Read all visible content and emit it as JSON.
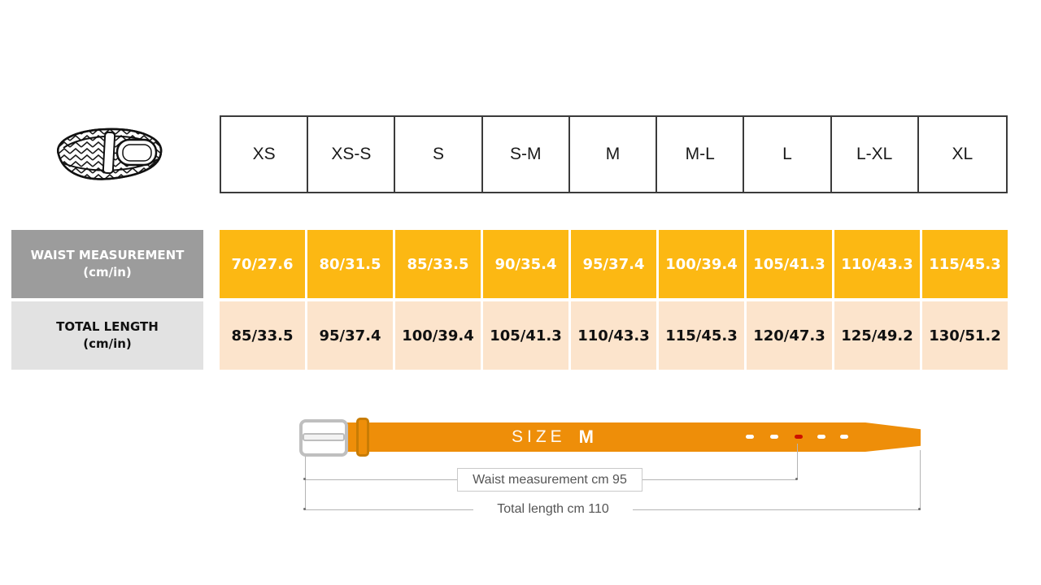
{
  "size_chart": {
    "sizes": [
      "XS",
      "XS-S",
      "S",
      "S-M",
      "M",
      "M-L",
      "L",
      "L-XL",
      "XL"
    ],
    "rows": [
      {
        "label": "WAIST MEASUREMENT",
        "unit": "(cm/in)",
        "values": [
          "70/27.6",
          "80/31.5",
          "85/33.5",
          "90/35.4",
          "95/37.4",
          "100/39.4",
          "105/41.3",
          "110/43.3",
          "115/45.3"
        ]
      },
      {
        "label": "TOTAL LENGTH",
        "unit": "(cm/in)",
        "values": [
          "85/33.5",
          "95/37.4",
          "100/39.4",
          "105/41.3",
          "110/43.3",
          "115/45.3",
          "120/47.3",
          "125/49.2",
          "130/51.2"
        ]
      }
    ]
  },
  "belt_diagram": {
    "size_label": "SIZE",
    "size_value": "M",
    "holes_count": 5,
    "waist_annotation": "Waist measurement cm 95",
    "length_annotation": "Total length cm 110"
  },
  "colors": {
    "waist_row_bg": "#FCB813",
    "length_row_bg": "#FCE4CC",
    "waist_label_bg": "#9C9C9C",
    "length_label_bg": "#E2E2E2",
    "belt_orange": "#EE8E09",
    "selected_hole_red": "#CC1100",
    "table_border": "#3B3B3B"
  }
}
